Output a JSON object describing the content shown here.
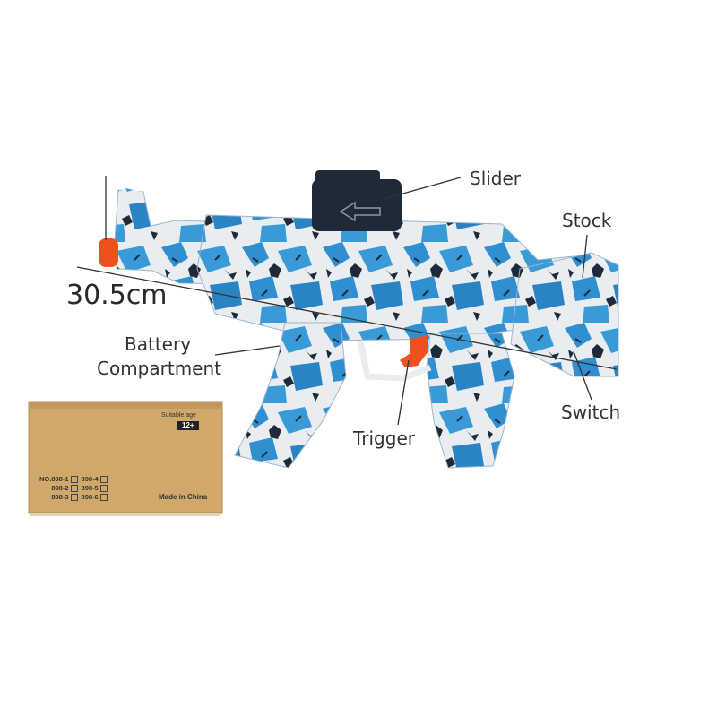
{
  "labels": {
    "slider": "Slider",
    "stock": "Stock",
    "length": "30.5cm",
    "battery_line1": "Battery",
    "battery_line2": "Compartment",
    "switch": "Switch",
    "trigger": "Trigger"
  },
  "box": {
    "age_label": "Suitable age",
    "age_value": "12+",
    "models": [
      "NO.898-1",
      "898-4",
      "898-2",
      "898-5",
      "898-3",
      "898-6"
    ],
    "origin": "Made in China"
  },
  "colors": {
    "blue": "#2f8fd0",
    "dark": "#1e2a38",
    "white": "#eef1f3",
    "orange": "#f0501e",
    "box": "#cfa86a"
  }
}
